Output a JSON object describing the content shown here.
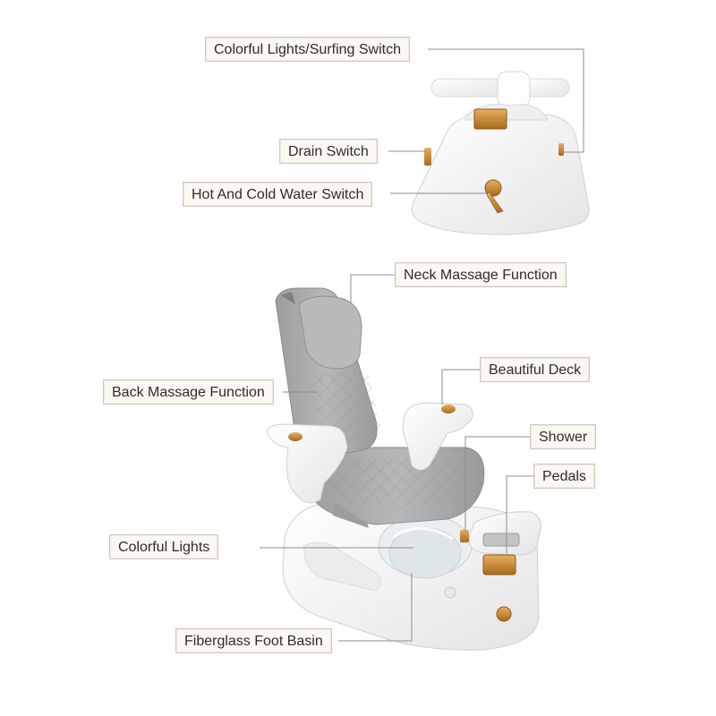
{
  "labels": {
    "colorful_lights_surfing_switch": "Colorful Lights/Surfing Switch",
    "drain_switch": "Drain Switch",
    "hot_cold_water_switch": "Hot And Cold Water Switch",
    "neck_massage": "Neck Massage Function",
    "beautiful_deck": "Beautiful Deck",
    "back_massage": "Back Massage Function",
    "shower": "Shower",
    "pedals": "Pedals",
    "colorful_lights": "Colorful Lights",
    "fiberglass_foot_basin": "Fiberglass Foot Basin"
  },
  "colors": {
    "leather": "#a9aaac",
    "fiberglass": "#f6f6f6",
    "gold": "#c98a2e",
    "leader_line": "#8c8c8c"
  }
}
